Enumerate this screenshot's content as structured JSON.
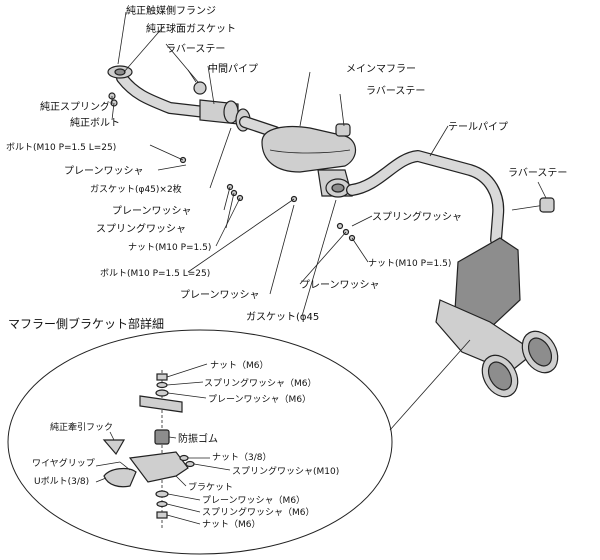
{
  "labels": {
    "oem_cat_flange": "純正触媒側フランジ",
    "oem_ball_gasket": "純正球面ガスケット",
    "rubber_stay_1": "ラバーステー",
    "mid_pipe": "中間パイプ",
    "oem_spring": "純正スプリング",
    "oem_bolt": "純正ボルト",
    "main_muffler": "メインマフラー",
    "rubber_stay_2": "ラバーステー",
    "tail_pipe": "テールパイプ",
    "rubber_stay_3": "ラバーステー",
    "bolt_1": "ボルト(M10 P=1.5 L=25)",
    "plain_washer_1": "プレーンワッシャ",
    "gasket_x2": "ガスケット(φ45)×2枚",
    "plain_washer_2": "プレーンワッシャ",
    "spring_washer_1": "スプリングワッシャ",
    "nut_1": "ナット(M10 P=1.5)",
    "bolt_2": "ボルト(M10 P=1.5 L=25)",
    "plain_washer_3": "プレーンワッシャ",
    "spring_washer_2": "スプリングワッシャ",
    "nut_2": "ナット(M10 P=1.5)",
    "plain_washer_4": "プレーンワッシャ",
    "gasket_2": "ガスケット(φ45"
  },
  "detail": {
    "title": "マフラー側ブラケット部詳細",
    "nut_m6_top": "ナット（M6）",
    "spring_washer_m6_top": "スプリングワッシャ（M6）",
    "plain_washer_m6_top": "プレーンワッシャ（M6）",
    "oem_hook": "純正牽引フック",
    "anti_vibration_rubber": "防振ゴム",
    "wire_grip": "ワイヤグリップ",
    "u_bolt": "Uボルト(3/8)",
    "nut_38": "ナット（3/8）",
    "spring_washer_m10": "スプリングワッシャ(M10)",
    "bracket": "ブラケット",
    "plain_washer_m6_bot": "プレーンワッシャ（M6）",
    "spring_washer_m6_bot": "スプリングワッシャ（M6）",
    "nut_m6_bot": "ナット（M6）"
  }
}
